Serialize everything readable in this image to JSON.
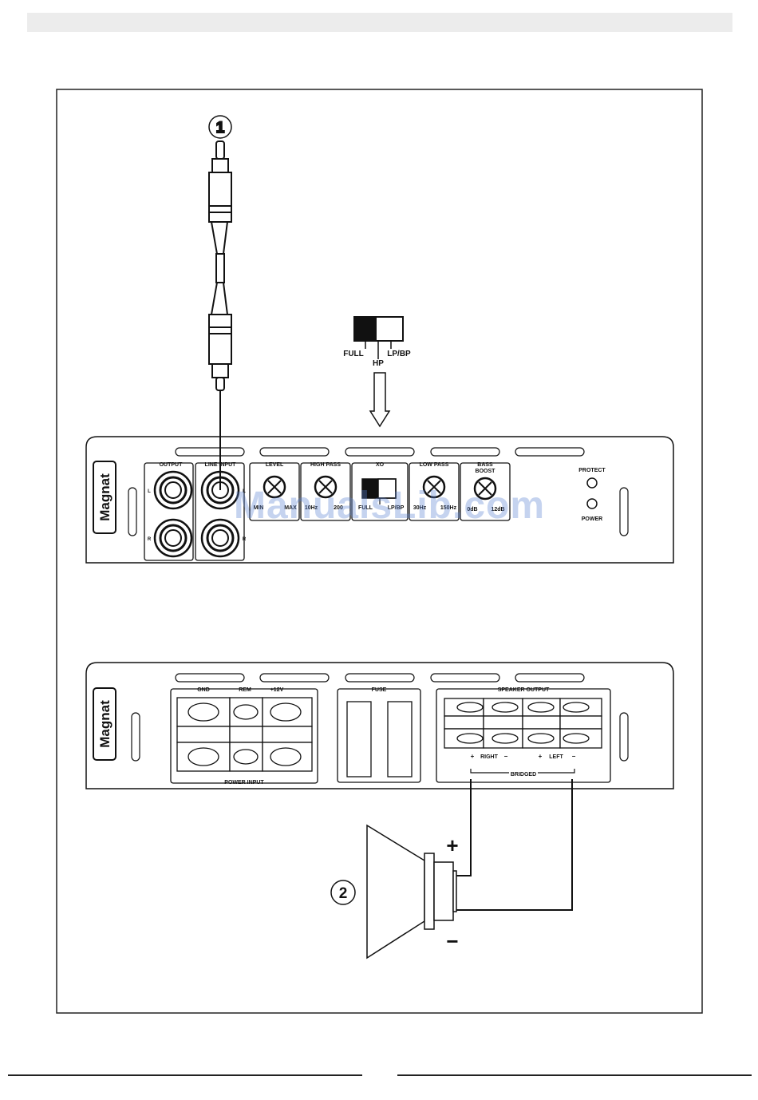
{
  "watermark": "ManualsLib.com",
  "callouts": {
    "one": "1",
    "two": "2"
  },
  "switch_legend": {
    "full": "FULL",
    "hp": "HP",
    "lpbp": "LP/BP"
  },
  "amp_front": {
    "brand": "Magnat",
    "output": "OUTPUT",
    "line_input": "LINE INPUT",
    "side_l": "L",
    "side_r": "R",
    "level": "LEVEL",
    "high_pass": "HIGH PASS",
    "xo": "XO",
    "low_pass": "LOW PASS",
    "bass_boost_1": "BASS",
    "bass_boost_2": "BOOST",
    "protect": "PROTECT",
    "power": "POWER",
    "level_min": "MIN",
    "level_max": "MAX",
    "hp_min": "10Hz",
    "hp_max": "200",
    "xo_full": "FULL",
    "xo_lpbp": "LP/BP",
    "lp_min": "30Hz",
    "lp_max": "150Hz",
    "bb_min": "0dB",
    "bb_max": "12dB"
  },
  "amp_rear": {
    "brand": "Magnat",
    "gnd": "GND",
    "rem": "REM",
    "plus12v": "+12V",
    "power_input": "POWER INPUT",
    "fuse": "FUSE",
    "speaker_output": "SPEAKER OUTPUT",
    "plus": "+",
    "minus": "−",
    "right": "RIGHT",
    "left": "LEFT",
    "bridged": "BRIDGED"
  },
  "speaker": {
    "plus": "+",
    "minus": "−"
  }
}
